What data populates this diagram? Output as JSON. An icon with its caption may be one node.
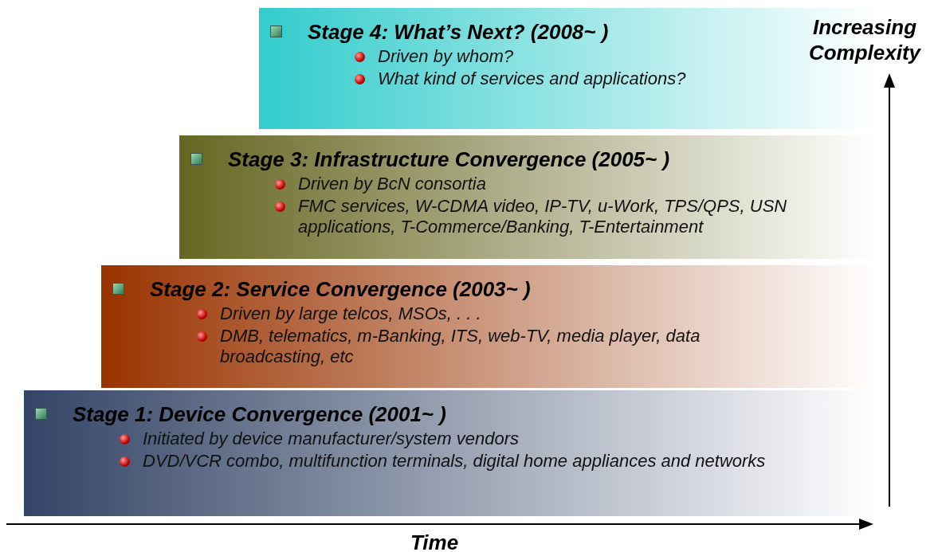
{
  "diagram": {
    "nodes": [
      {
        "text": [
          "Stage 4: What’s Next? (2008~ )",
          "Driven by whom?",
          "What kind of services and applications?"
        ]
      },
      {
        "text": [
          "Stage 3: Infrastructure Convergence (2005~ )",
          "Driven by BcN consortia",
          "FMC services, W-CDMA video, IP-TV, u-Work, TPS/QPS, USN applications, T-Commerce/Banking, T-Entertainment"
        ]
      },
      {
        "text": [
          "Stage 2: Service Convergence (2003~ )",
          "Driven by large telcos, MSOs, . . .",
          "DMB, telematics, m-Banking, ITS, web-TV, media player, data broadcasting, etc"
        ]
      },
      {
        "text": [
          "Stage 1: Device Convergence (2001~ )",
          "Initiated by device manufacturer/system vendors",
          "DVD/VCR combo, multifunction terminals, digital home appliances and networks"
        ]
      }
    ],
    "edges": [],
    "labels": [
      "Increasing Complexity",
      "Time"
    ]
  }
}
